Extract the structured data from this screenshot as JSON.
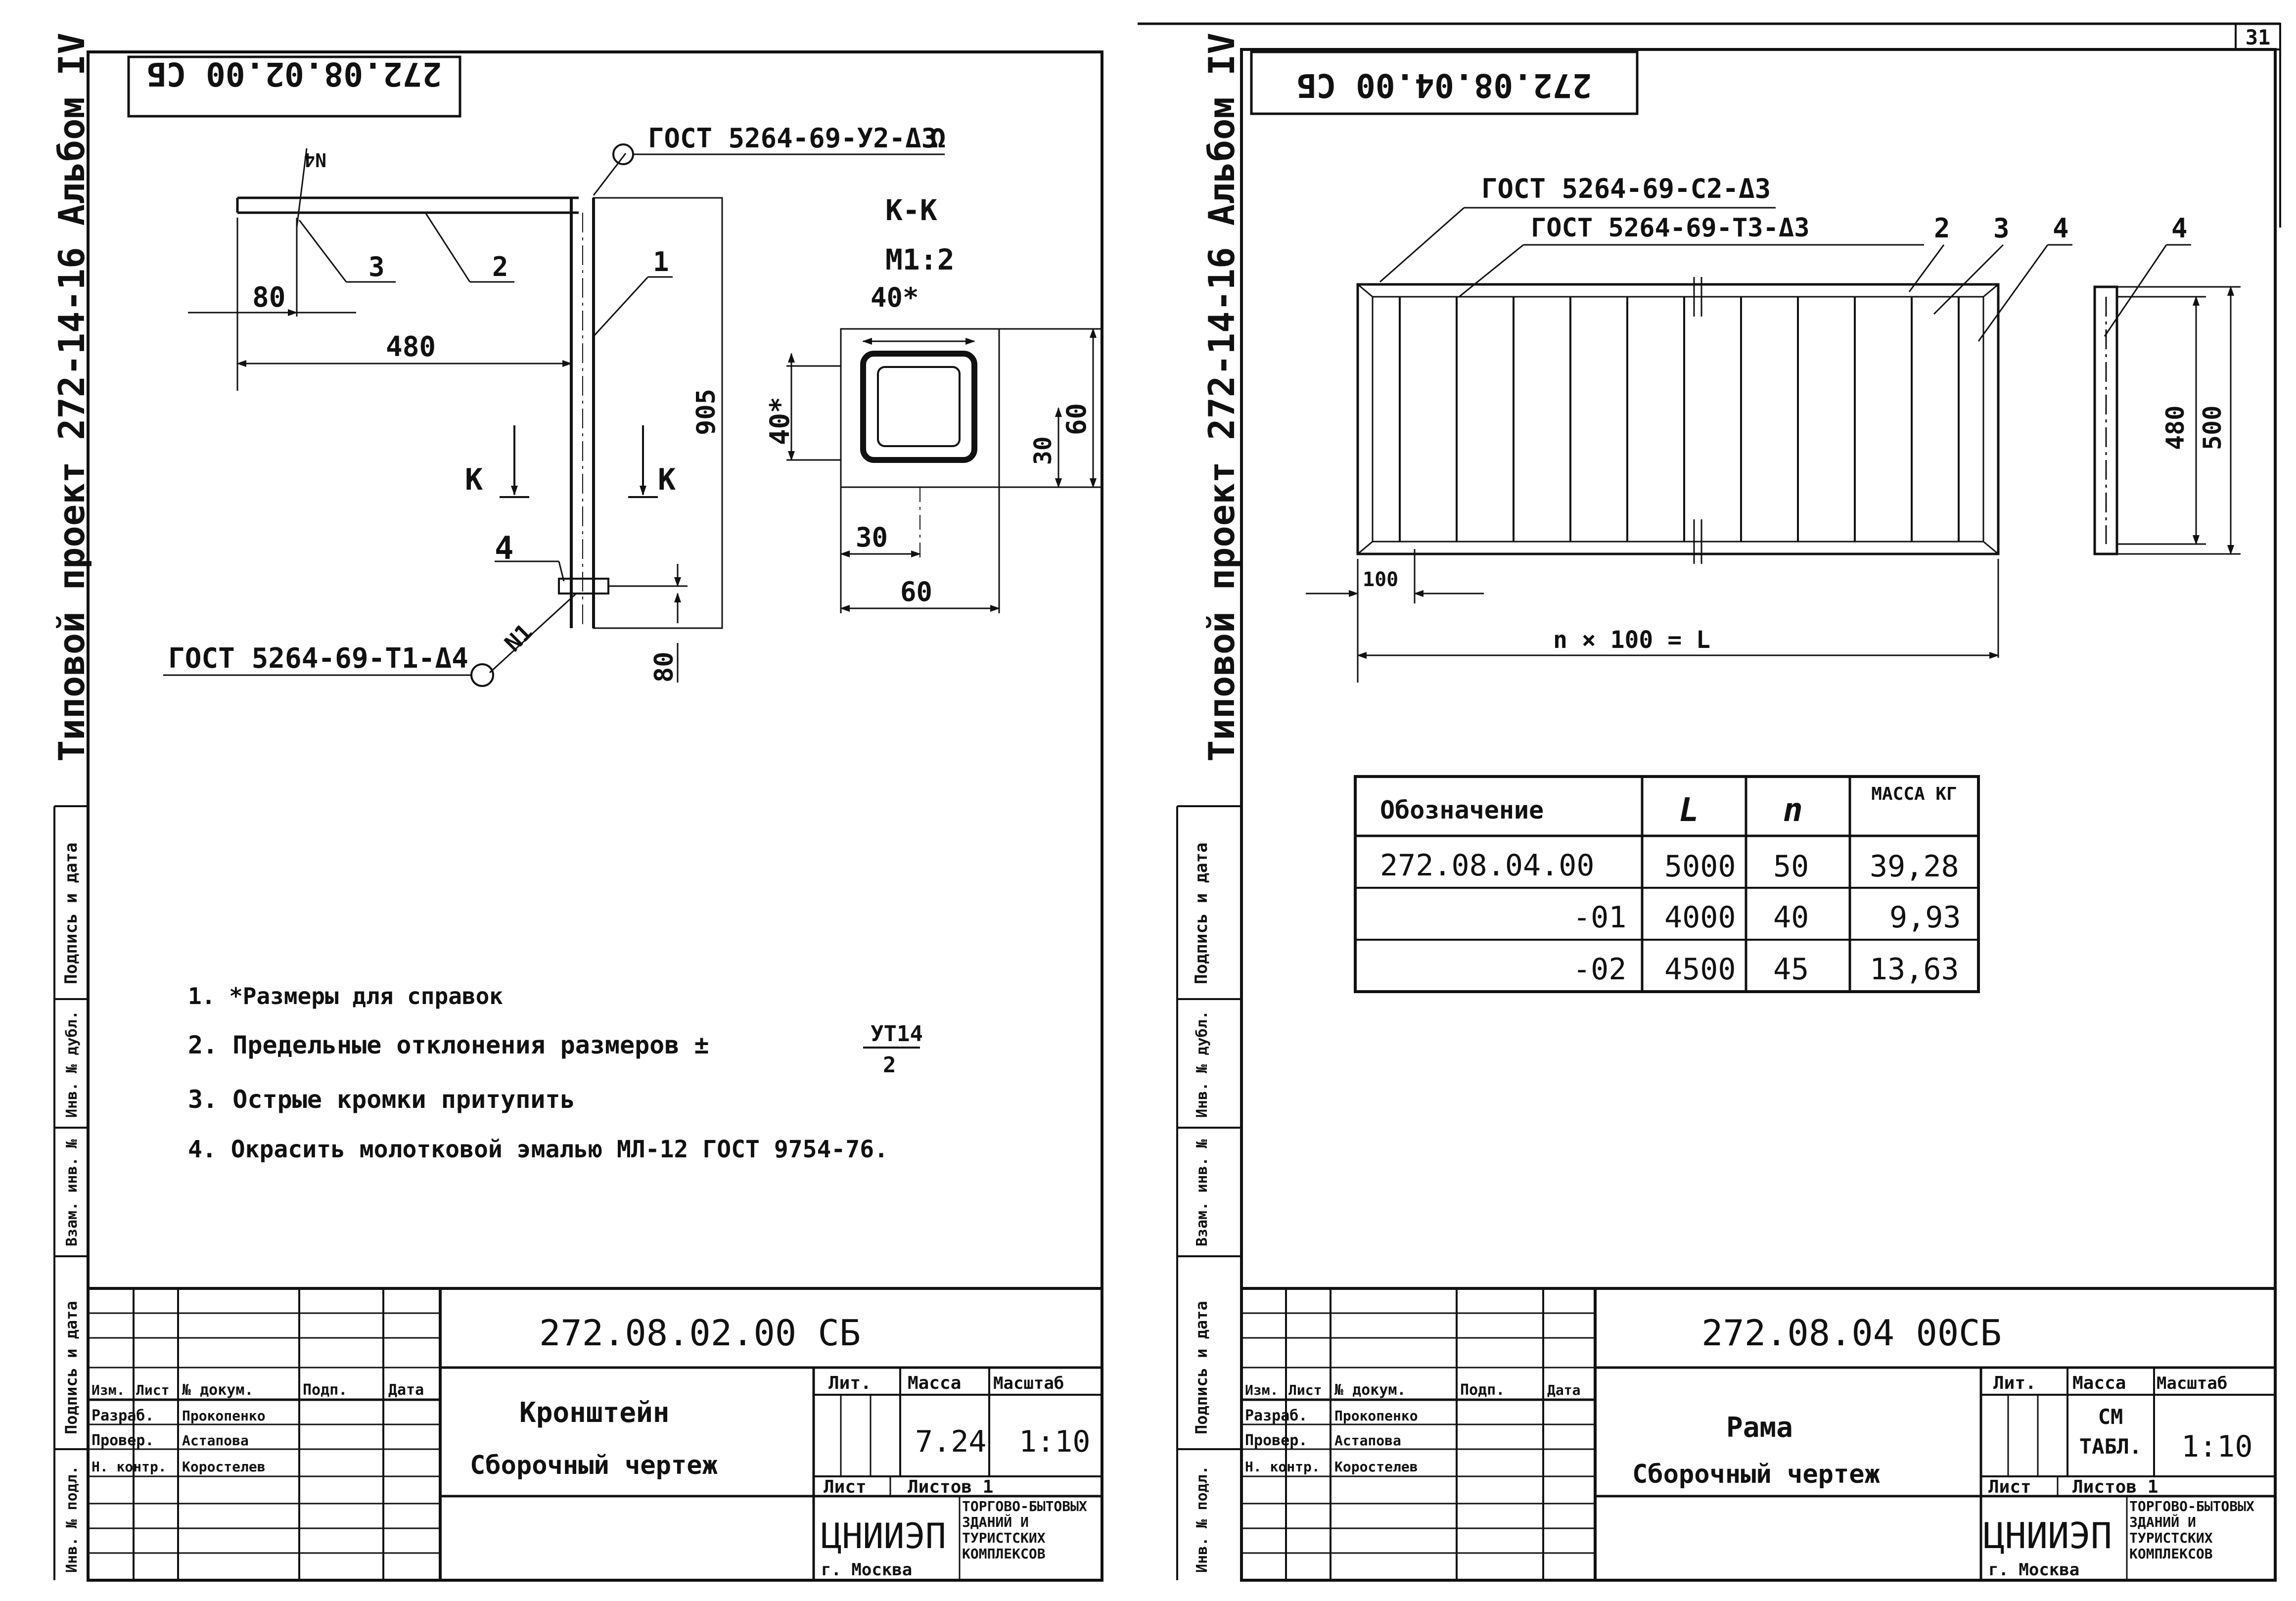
{
  "page_number": "31",
  "sheet_left": {
    "stamp": "272.08.02.00 СБ",
    "side_project": "Типовой проект 272-14-16 Альбом IV",
    "side_fields": [
      "Подпись и дата",
      "Инв. № дубл.",
      "Взам. инв. №",
      "Подпись и дата",
      "Инв. № подл."
    ],
    "weld_top": "ГОСТ 5264-69-У2-Δ3",
    "weld_top_mark": "Ω",
    "weld_bottom": "ГОСТ 5264-69-Т1-Δ4",
    "weld_n1": "N1",
    "weld_n4": "N4",
    "section_title": "K-K",
    "section_scale": "M1:2",
    "section_k": "K",
    "dims": {
      "d80": "80",
      "d480": "480",
      "d905": "905",
      "d40x_top": "40*",
      "d40x_side": "40*",
      "d60_side": "60",
      "d30_side": "30",
      "d30_bottom": "30",
      "d60_bottom": "60",
      "d80_bottom": "80"
    },
    "callouts": [
      "1",
      "2",
      "3",
      "4"
    ],
    "notes": [
      "1. *Размеры для справок",
      "2. Предельные отклонения размеров ±",
      "3. Острые кромки притупить",
      "4. Окрасить молотковой эмалью МЛ-12 ГОСТ 9754-76."
    ],
    "tolerance_num": "УТ14",
    "tolerance_den": "2",
    "title_block": {
      "code": "272.08.02.00 СБ",
      "name": "Кронштейн",
      "subtitle": "Сборочный чертеж",
      "headers": [
        "Изм.",
        "Лист",
        "№ докум.",
        "Подп.",
        "Дата"
      ],
      "roles": [
        "Разраб.",
        "Провер.",
        "Н. контр."
      ],
      "people": [
        "Прокопенко",
        "Астапова",
        "Коростелев"
      ],
      "lit_label": "Лит.",
      "mass_label": "Масса",
      "scale_label": "Масштаб",
      "mass": "7.24",
      "scale": "1:10",
      "sheet_label": "Лист",
      "sheets_label": "Листов 1",
      "org": "ЦНИИЭП",
      "city": "г. Москва",
      "org_desc": "торгово-бытовых зданий и туристских комплексов"
    }
  },
  "sheet_right": {
    "stamp": "272.08.04.00 СБ",
    "side_project": "Типовой проект 272-14-16 Альбом IV",
    "side_fields": [
      "Подпись и дата",
      "Инв. № дубл.",
      "Взам. инв. №",
      "Подпись и дата",
      "Инв. № подл."
    ],
    "weld_1": "ГОСТ 5264-69-С2-Δ3",
    "weld_2": "ГОСТ 5264-69-Т3-Δ3",
    "callouts": [
      "2",
      "3",
      "4",
      "4"
    ],
    "dims": {
      "d100": "100",
      "d_total": "n × 100 = L",
      "d480": "480",
      "d500": "500"
    },
    "table": {
      "headers": [
        "Обозначение",
        "L",
        "n",
        "Масса кг"
      ],
      "rows": [
        [
          "272.08.04.00",
          "5000",
          "50",
          "39,28"
        ],
        [
          "-01",
          "4000",
          "40",
          "9,93"
        ],
        [
          "-02",
          "4500",
          "45",
          "13,63"
        ]
      ]
    },
    "title_block": {
      "code": "272.08.04 00СБ",
      "name": "Рама",
      "subtitle": "Сборочный чертеж",
      "headers": [
        "Изм.",
        "Лист",
        "№ докум.",
        "Подп.",
        "Дата"
      ],
      "roles": [
        "Разраб.",
        "Провер.",
        "Н. контр."
      ],
      "people": [
        "Прокопенко",
        "Астапова",
        "Коростелев"
      ],
      "lit_label": "Лит.",
      "mass_label": "Масса",
      "scale_label": "Масштаб",
      "mass": "См табл.",
      "scale": "1:10",
      "sheet_label": "Лист",
      "sheets_label": "Листов 1",
      "org": "ЦНИИЭП",
      "city": "г. Москва",
      "org_desc": "торгово-бытовых зданий и туристских комплексов"
    }
  }
}
